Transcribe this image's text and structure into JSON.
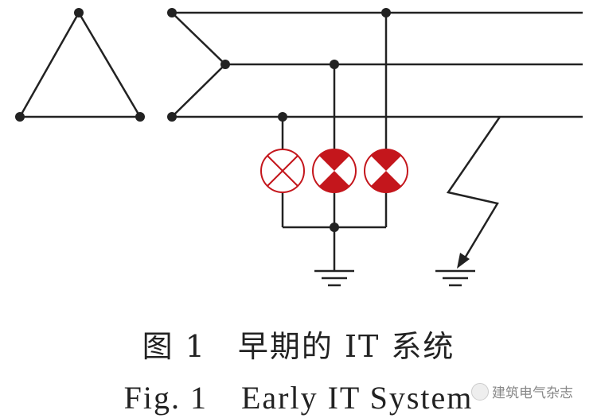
{
  "caption_cn": "图 1　早期的 IT 系统",
  "caption_en": "Fig. 1　Early IT System",
  "watermark": "建筑电气杂志",
  "colors": {
    "line": "#222222",
    "lamp": "#c4161c"
  }
}
